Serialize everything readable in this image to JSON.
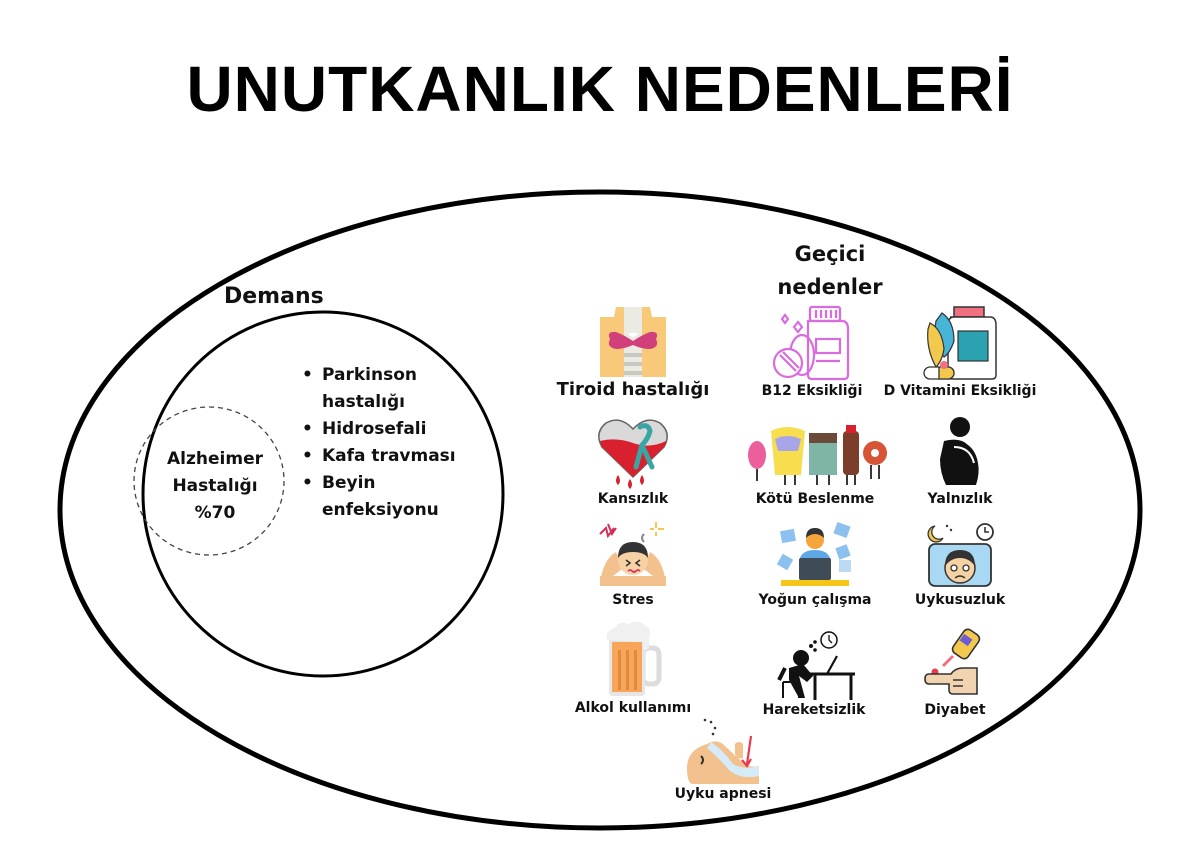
{
  "title": "UNUTKANLIK NEDENLERİ",
  "diagram": {
    "outer_group": {
      "label": "Geçici\nnedenler",
      "label_lines": [
        "Geçici",
        "nedenler"
      ]
    },
    "inner_group": {
      "label": "Demans",
      "items": [
        "Parkinson hastalığı",
        "Hidrosefali",
        "Kafa travması",
        "Beyin enfeksiyonu"
      ]
    },
    "core_group": {
      "lines": [
        "Alzheimer",
        "Hastalığı",
        "%70"
      ]
    },
    "temporary_causes": [
      {
        "label": "Tiroid hastalığı",
        "icon": "thyroid-icon"
      },
      {
        "label": "B12 Eksikliği",
        "icon": "pill-bottle-icon"
      },
      {
        "label": "D Vitamini Eksikliği",
        "icon": "fish-oil-vitamin-icon"
      },
      {
        "label": "Kansızlık",
        "icon": "bleeding-heart-icon"
      },
      {
        "label": "Kötü Beslenme",
        "icon": "junk-food-icon"
      },
      {
        "label": "Yalnızlık",
        "icon": "lonely-person-icon"
      },
      {
        "label": "Stres",
        "icon": "stressed-person-icon"
      },
      {
        "label": "Yoğun çalışma",
        "icon": "busy-worker-icon"
      },
      {
        "label": "Uykusuzluk",
        "icon": "insomnia-icon"
      },
      {
        "label": "Alkol kullanımı",
        "icon": "beer-mug-icon"
      },
      {
        "label": "Hareketsizlik",
        "icon": "sedentary-desk-icon"
      },
      {
        "label": "Diyabet",
        "icon": "glucose-meter-icon"
      },
      {
        "label": "Uyku apnesi",
        "icon": "sleep-apnea-icon"
      }
    ]
  },
  "colors": {
    "stroke": "#000000",
    "thyroid_bg": "#f7c978",
    "thyroid_gland": "#d1407a",
    "vitamin_pink": "#d86be0",
    "blood_red": "#d8202f",
    "ribbon_teal": "#3aa6a4",
    "skin": "#f2c18d",
    "beer_orange": "#f6a55a",
    "paper_blue": "#8cc0ef",
    "desk_yellow": "#f5c518",
    "pillow_blue": "#a9d8f5"
  }
}
